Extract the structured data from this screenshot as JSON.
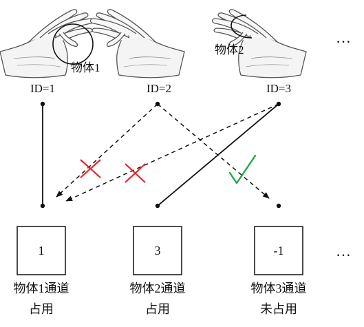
{
  "hands": [
    {
      "id_label": "ID=1",
      "object_label": "物体1"
    },
    {
      "id_label": "ID=2",
      "object_label": ""
    },
    {
      "id_label": "ID=3",
      "object_label": "物体2"
    }
  ],
  "channels": [
    {
      "value": "1",
      "name": "物体1通道",
      "status": "占用"
    },
    {
      "value": "3",
      "name": "物体2通道",
      "status": "占用"
    },
    {
      "value": "-1",
      "name": "物体3通道",
      "status": "未占用"
    }
  ],
  "ellipsis_top": "…",
  "ellipsis_bottom": "…",
  "colors": {
    "line": "#111111",
    "cross": "#e8262a",
    "check": "#1fa84a"
  },
  "connections": [
    {
      "from": "ID=1",
      "to": "物体1通道",
      "style": "solid",
      "mark": "none"
    },
    {
      "from": "ID=2",
      "to": "物体1通道",
      "style": "dashed",
      "mark": "cross"
    },
    {
      "from": "ID=3",
      "to": "物体1通道",
      "style": "dashed",
      "mark": "cross"
    },
    {
      "from": "ID=2",
      "to": "物体3通道",
      "style": "dashed",
      "mark": "check"
    },
    {
      "from": "ID=3",
      "to": "物体2通道",
      "style": "solid",
      "mark": "none"
    }
  ]
}
